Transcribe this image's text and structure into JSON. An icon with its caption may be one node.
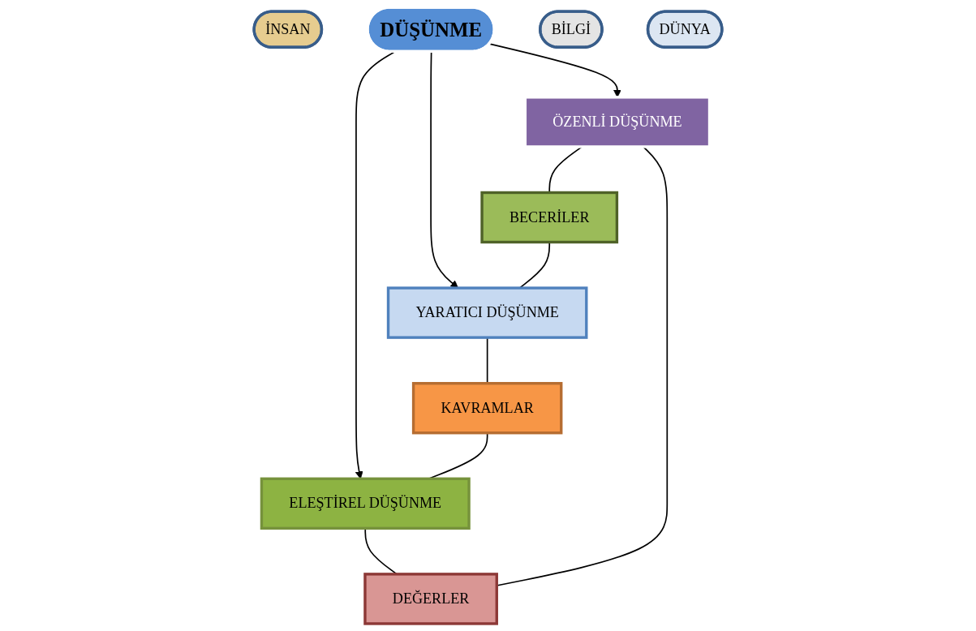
{
  "diagram": {
    "nodes": [
      {
        "text": [
          "ÖZENLİ DÜŞÜNME"
        ]
      },
      {
        "text": [
          "BECERİLER"
        ]
      },
      {
        "text": [
          "İNSAN"
        ]
      },
      {
        "text": [
          "DEĞERLER"
        ]
      },
      {
        "text": [
          "DÜŞÜNME"
        ]
      },
      {
        "text": [
          "BİLGİ"
        ]
      },
      {
        "text": [
          "YARATICI DÜŞÜNME"
        ]
      },
      {
        "text": [
          "ELEŞTİREL DÜŞÜNME"
        ]
      },
      {
        "text": [
          "DÜNYA"
        ]
      },
      {
        "text": [
          "KAVRAMLAR"
        ]
      }
    ],
    "edges": [
      {
        "from": 4,
        "to": 0,
        "arrow": "to"
      },
      {
        "from": 4,
        "to": 6,
        "arrow": "to"
      },
      {
        "from": 4,
        "to": 7,
        "arrow": "to"
      },
      {
        "from": 0,
        "to": 1,
        "arrow": "none"
      },
      {
        "from": 1,
        "to": 6,
        "arrow": "none"
      },
      {
        "from": 6,
        "to": 9,
        "arrow": "none"
      },
      {
        "from": 9,
        "to": 7,
        "arrow": "none"
      },
      {
        "from": 7,
        "to": 3,
        "arrow": "none"
      },
      {
        "from": 3,
        "to": 0,
        "arrow": "none"
      }
    ]
  }
}
